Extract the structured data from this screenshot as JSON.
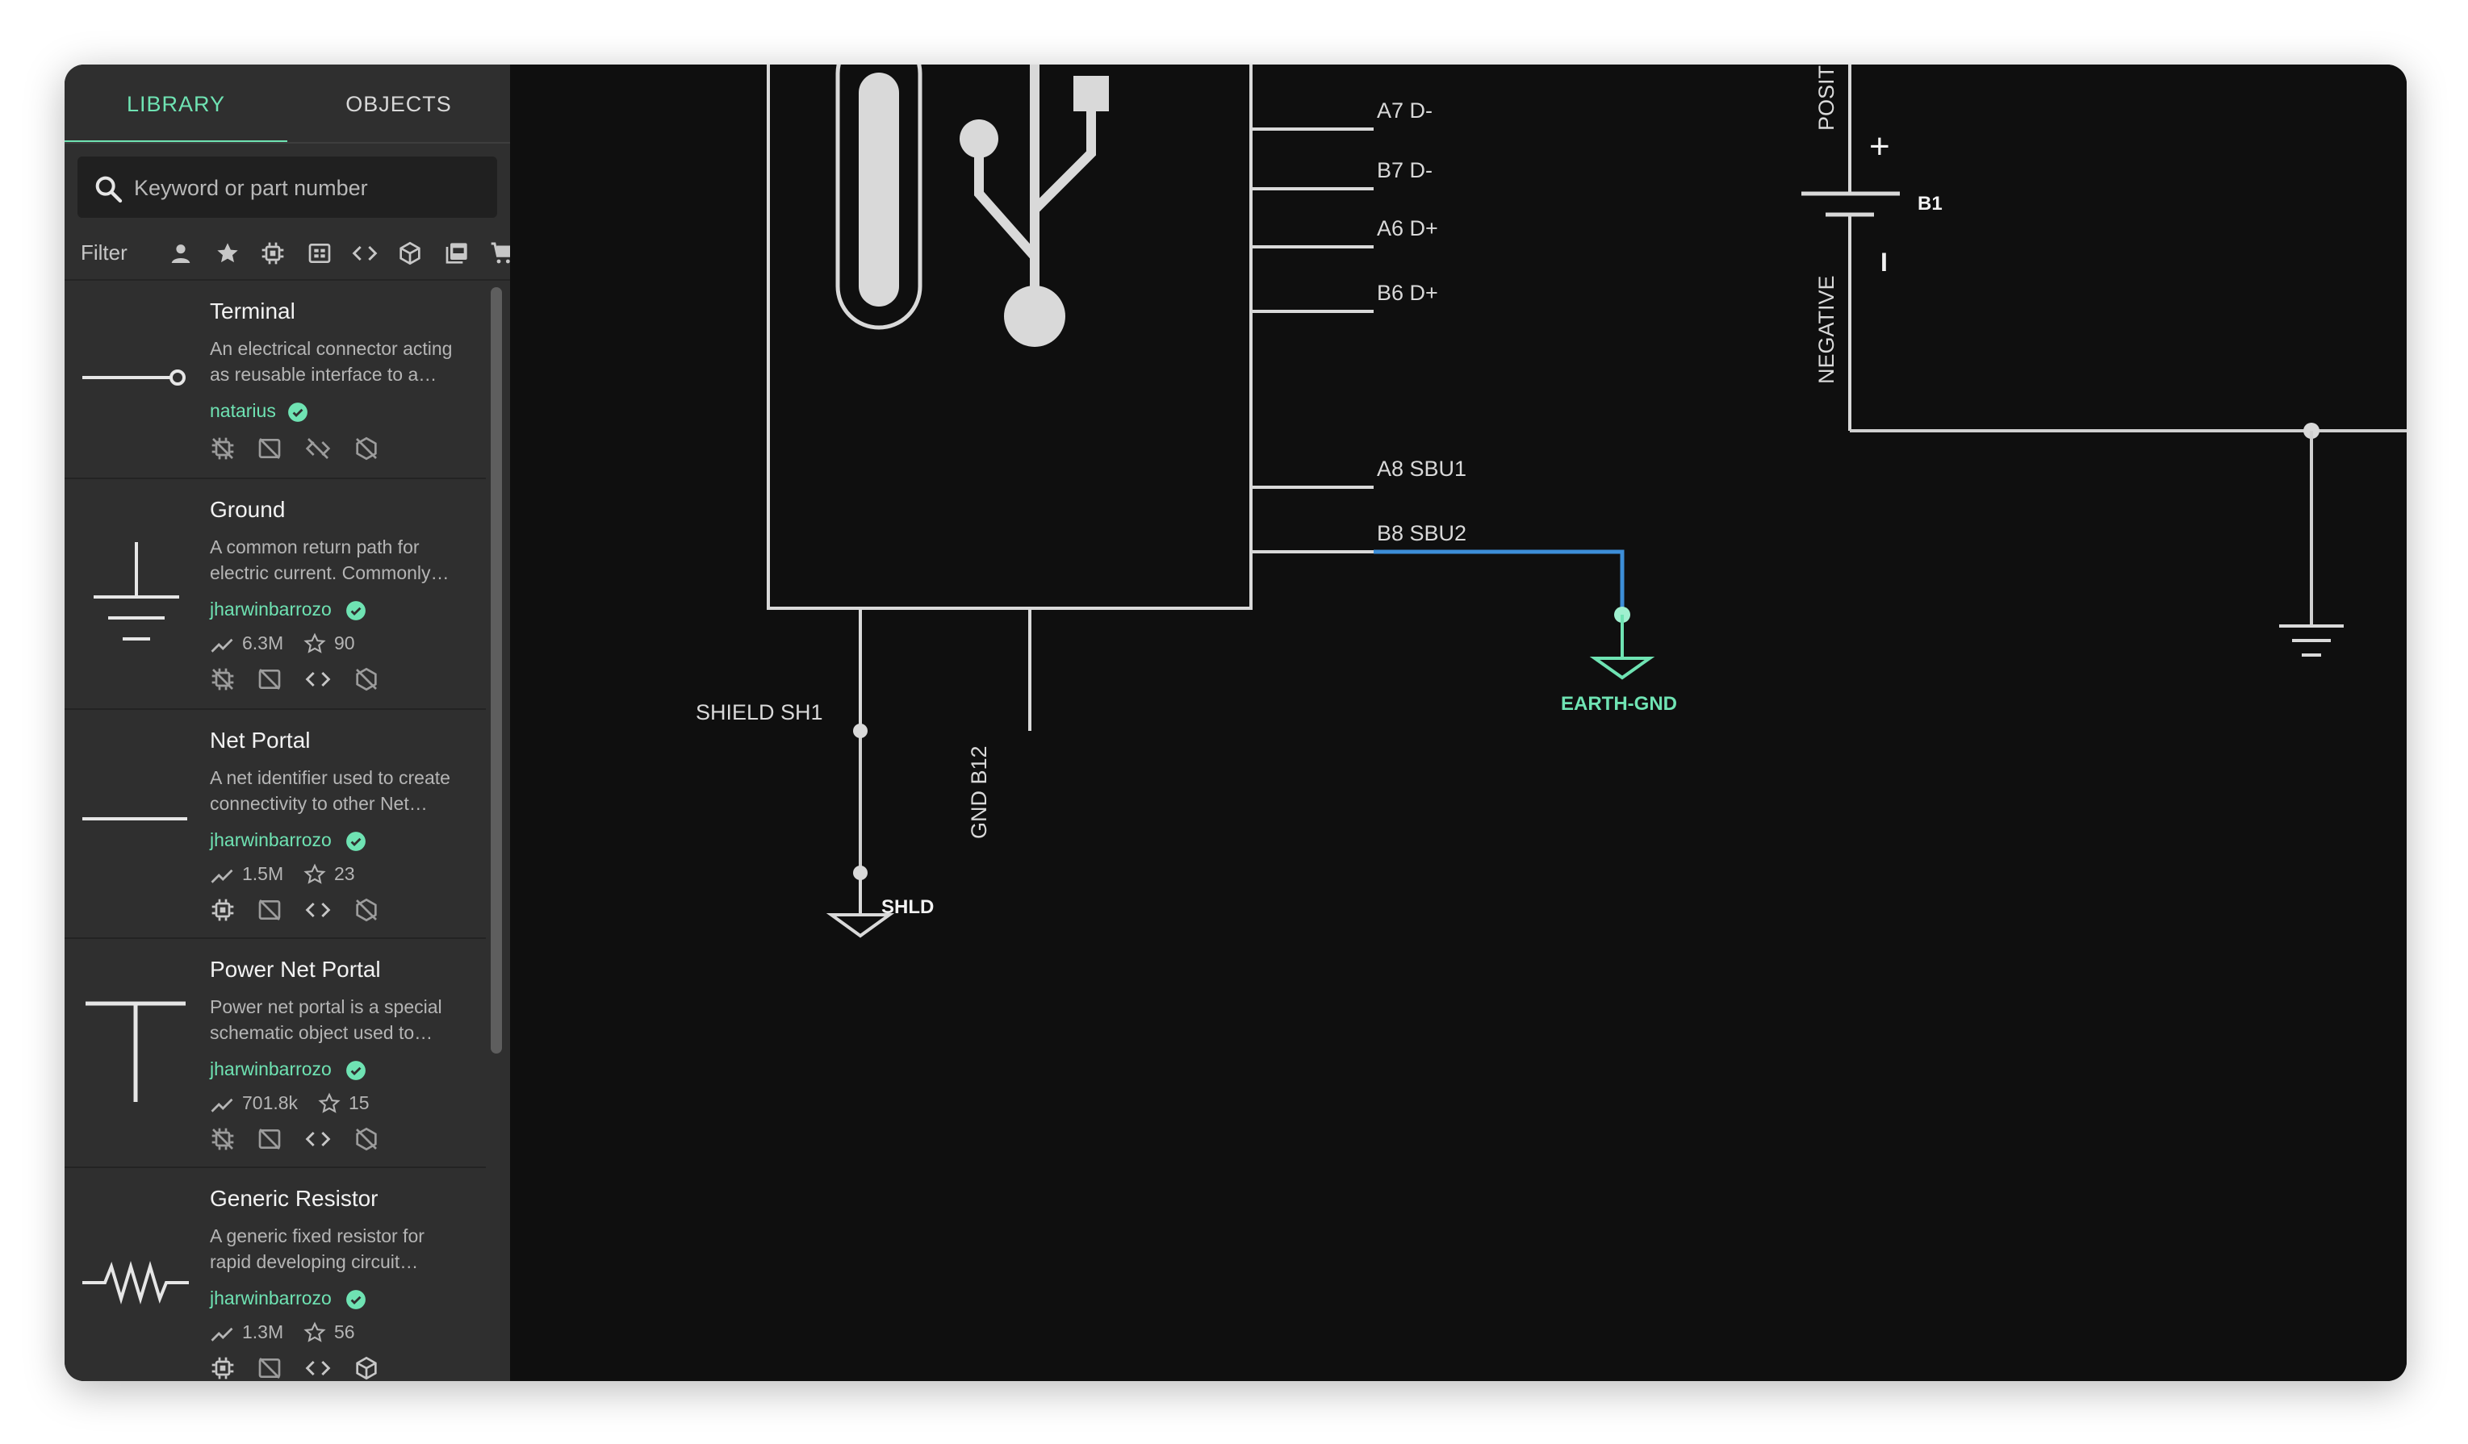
{
  "tabs": {
    "library": "LIBRARY",
    "objects": "OBJECTS"
  },
  "search": {
    "placeholder": "Keyword or part number"
  },
  "filter": {
    "label": "Filter",
    "icons": [
      "user-icon",
      "star-icon",
      "chip-icon",
      "pcb-icon",
      "code-icon",
      "cube-icon",
      "pdf-icon",
      "cart-icon"
    ]
  },
  "library": [
    {
      "title": "Terminal",
      "desc_line1": "An electrical connector acting",
      "desc_line2": "as reusable interface to a…",
      "author": "natarius",
      "downloads": "",
      "stars": ""
    },
    {
      "title": "Ground",
      "desc_line1": "A common return path for",
      "desc_line2": "electric current. Commonly…",
      "author": "jharwinbarrozo",
      "downloads": "6.3M",
      "stars": "90"
    },
    {
      "title": "Net Portal",
      "desc_line1": "A net identifier used to create",
      "desc_line2": "connectivity to other Net…",
      "author": "jharwinbarrozo",
      "downloads": "1.5M",
      "stars": "23"
    },
    {
      "title": "Power Net Portal",
      "desc_line1": "Power net portal is a special",
      "desc_line2": "schematic object used to…",
      "author": "jharwinbarrozo",
      "downloads": "701.8k",
      "stars": "15"
    },
    {
      "title": "Generic Resistor",
      "desc_line1": "A generic fixed resistor for",
      "desc_line2": "rapid developing circuit…",
      "author": "jharwinbarrozo",
      "downloads": "1.3M",
      "stars": "56"
    }
  ],
  "schematic": {
    "pins": {
      "a7": "A7  D-",
      "b7": "B7  D-",
      "a6": "A6  D+",
      "b6": "B6  D+",
      "a8": "A8  SBU1",
      "b8": "B8  SBU2",
      "shield": "SHIELD  SH1",
      "gnd": "GND B12"
    },
    "net_labels": {
      "shld": "SHLD",
      "earth_gnd": "EARTH-GND"
    },
    "battery": {
      "ref": "B1",
      "positive": "POSITIVE",
      "negative": "NEGATIVE",
      "plus": "+",
      "minus": "I"
    },
    "colors": {
      "wire": "#cfcfcf",
      "selected_wire": "#3d8ed8",
      "accent": "#6fe3b3"
    }
  }
}
